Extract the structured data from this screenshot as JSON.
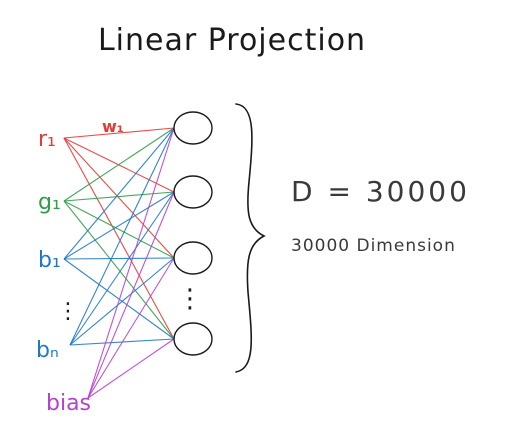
{
  "diagram": {
    "title": "Linear Projection",
    "inputs": [
      {
        "label": "r₁",
        "color": "#e53935"
      },
      {
        "label": "g₁",
        "color": "#2e9e48"
      },
      {
        "label": "b₁",
        "color": "#1e78c8"
      },
      {
        "label": "⋮",
        "color": "#1a1a1a"
      },
      {
        "label": "bₙ",
        "color": "#1e78c8"
      },
      {
        "label": "bias",
        "color": "#b640cf"
      }
    ],
    "weight_label": {
      "text": "w₁",
      "color": "#e53935"
    },
    "output_ellipsis": "⋮",
    "annotation": {
      "equation": "D = 30000",
      "dimension_text": "30000 Dimension"
    }
  }
}
